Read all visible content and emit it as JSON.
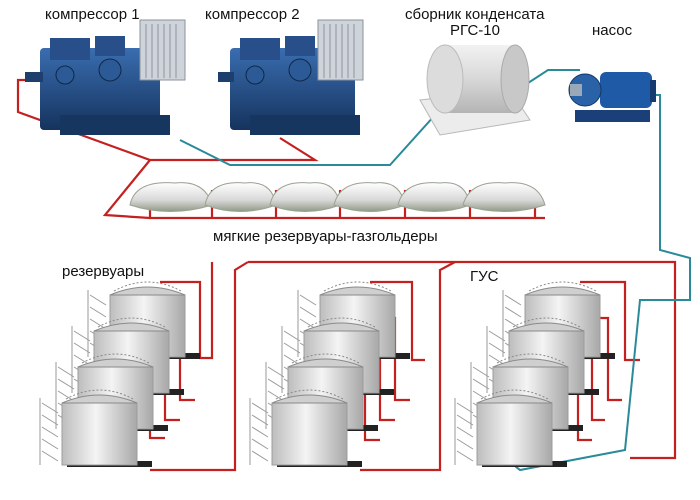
{
  "labels": {
    "compressor1": "компрессор 1",
    "compressor2": "компрессор 2",
    "collector_line1": "сборник конденсата",
    "collector_line2": "РГС-10",
    "pump": "насос",
    "gasholders": "мягкие резервуары-газгольдеры",
    "tanks": "резервуары",
    "gus": "ГУС"
  },
  "colors": {
    "gas_pipe": "#c42020",
    "condensate_pipe": "#2a8a9a",
    "compressor_body": "#1f4f8a",
    "tank_body": "#e4e4e4"
  },
  "icons": {
    "compressor": "compressor-icon",
    "collector": "condensate-collector-icon",
    "pump": "pump-icon",
    "gasholder": "gasholder-icon",
    "tank": "tank-icon"
  }
}
